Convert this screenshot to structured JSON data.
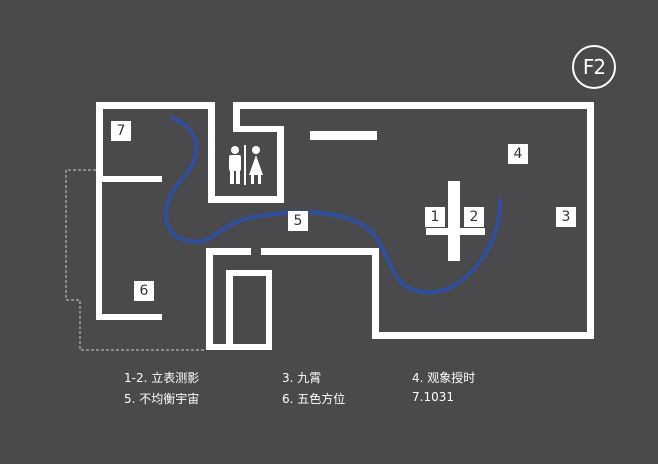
{
  "floor": {
    "label": "F2"
  },
  "zones": [
    {
      "id": "7",
      "label": "7"
    },
    {
      "id": "4",
      "label": "4"
    },
    {
      "id": "1",
      "label": "1"
    },
    {
      "id": "2",
      "label": "2"
    },
    {
      "id": "3",
      "label": "3"
    },
    {
      "id": "5",
      "label": "5"
    },
    {
      "id": "6",
      "label": "6"
    }
  ],
  "legend": [
    {
      "text": "1-2. 立表测影"
    },
    {
      "text": "3. 九霄"
    },
    {
      "text": "4. 观象授时"
    },
    {
      "text": "5. 不均衡宇宙"
    },
    {
      "text": "6. 五色方位"
    },
    {
      "text": "7.1031"
    }
  ],
  "icons": {
    "restroom": "restroom-icon"
  },
  "colors": {
    "background": "#4a494b",
    "walls": "#ffffff",
    "route": "#2f4f9e",
    "dashed": "#cfcfcf"
  }
}
